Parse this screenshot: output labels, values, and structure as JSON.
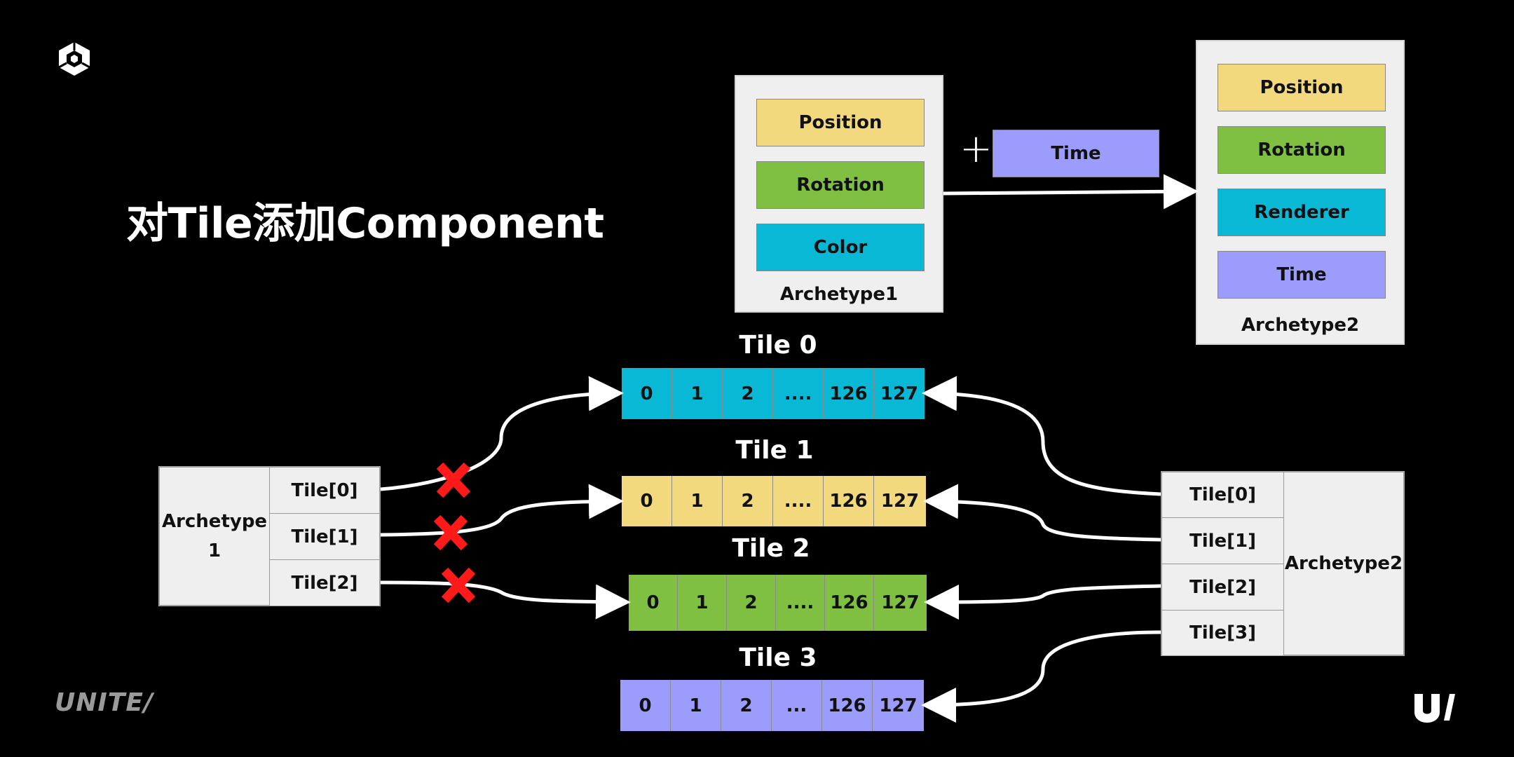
{
  "slide": {
    "title": "对Tile添加Component",
    "footer_logo": "UNITE/"
  },
  "archetype1_panel": {
    "components": [
      "Position",
      "Rotation",
      "Color"
    ],
    "label": "Archetype1"
  },
  "add_component": {
    "plus": "+",
    "component": "Time"
  },
  "archetype2_panel": {
    "components": [
      "Position",
      "Rotation",
      "Renderer",
      "Time"
    ],
    "label": "Archetype2"
  },
  "tiles": [
    {
      "title": "Tile 0",
      "cells": [
        "0",
        "1",
        "2",
        "....",
        "126",
        "127"
      ]
    },
    {
      "title": "Tile 1",
      "cells": [
        "0",
        "1",
        "2",
        "....",
        "126",
        "127"
      ]
    },
    {
      "title": "Tile 2",
      "cells": [
        "0",
        "1",
        "2",
        "....",
        "126",
        "127"
      ]
    },
    {
      "title": "Tile 3",
      "cells": [
        "0",
        "1",
        "2",
        "...",
        "126",
        "127"
      ]
    }
  ],
  "archetype1_table": {
    "name": "Archetype\n1",
    "rows": [
      "Tile[0]",
      "Tile[1]",
      "Tile[2]"
    ]
  },
  "archetype2_table": {
    "name": "Archetype2",
    "rows": [
      "Tile[0]",
      "Tile[1]",
      "Tile[2]",
      "Tile[3]"
    ]
  },
  "colors": {
    "position": "#f2d97e",
    "rotation": "#7fc043",
    "cyan": "#08b8d4",
    "time": "#9c9cfc",
    "panel": "#efefef",
    "cross": "#ff1a1a"
  }
}
